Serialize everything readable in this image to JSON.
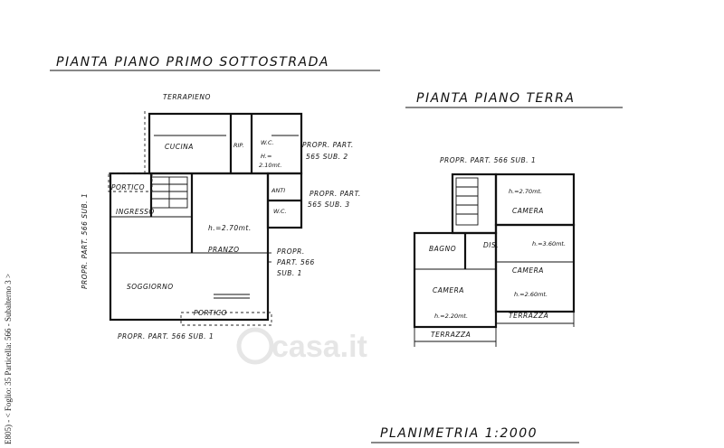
{
  "titles": {
    "basement": "PIANTA PIANO PRIMO SOTTOSTRADA",
    "ground": "PIANTA PIANO TERRA",
    "planimetry": "PLANIMETRIA 1:2000"
  },
  "side_note": "E805) - < Foglio: 35 Particella: 566 - Subalterno 3 >",
  "watermark": "casa.it",
  "basement": {
    "terrapieno": "TERRAPIENO",
    "cucina": "CUCINA",
    "rip": "RIP.",
    "wc1": "W.C.",
    "h_wc1": "H.=",
    "h_wc1b": "2.10mt.",
    "propr_565_2a": "PROPR. PART.",
    "propr_565_2b": "565 SUB. 2",
    "portico_top": "PORTICO",
    "ingresso": "INGRESSO",
    "anti": "ANTI",
    "wc2": "W.C.",
    "propr_565_3a": "PROPR. PART.",
    "propr_565_3b": "565 SUB. 3",
    "h_pranzo": "h.=2.70mt.",
    "pranzo": "PRANZO",
    "propr_566_1a": "PROPR.",
    "propr_566_1b": "PART. 566",
    "propr_566_1c": "SUB. 1",
    "soggiorno": "SOGGIORNO",
    "portico_bottom": "PORTICO",
    "propr_bottom": "PROPR. PART. 566 SUB. 1",
    "propr_left": "PROPR. PART. 566 SUB. 1"
  },
  "ground": {
    "propr_top": "PROPR. PART. 566 SUB. 1",
    "h_camera1": "h.=2.70mt.",
    "camera1": "CAMERA",
    "bagno": "BAGNO",
    "dis": "DIS.",
    "h_camera2": "h.=3.60mt.",
    "camera2": "CAMERA",
    "camera3": "CAMERA",
    "h_camera3": "h.=2.20mt.",
    "h_camera2b": "h.=2.60mt.",
    "terrazza1": "TERRAZZA",
    "terrazza2": "TERRAZZA"
  }
}
